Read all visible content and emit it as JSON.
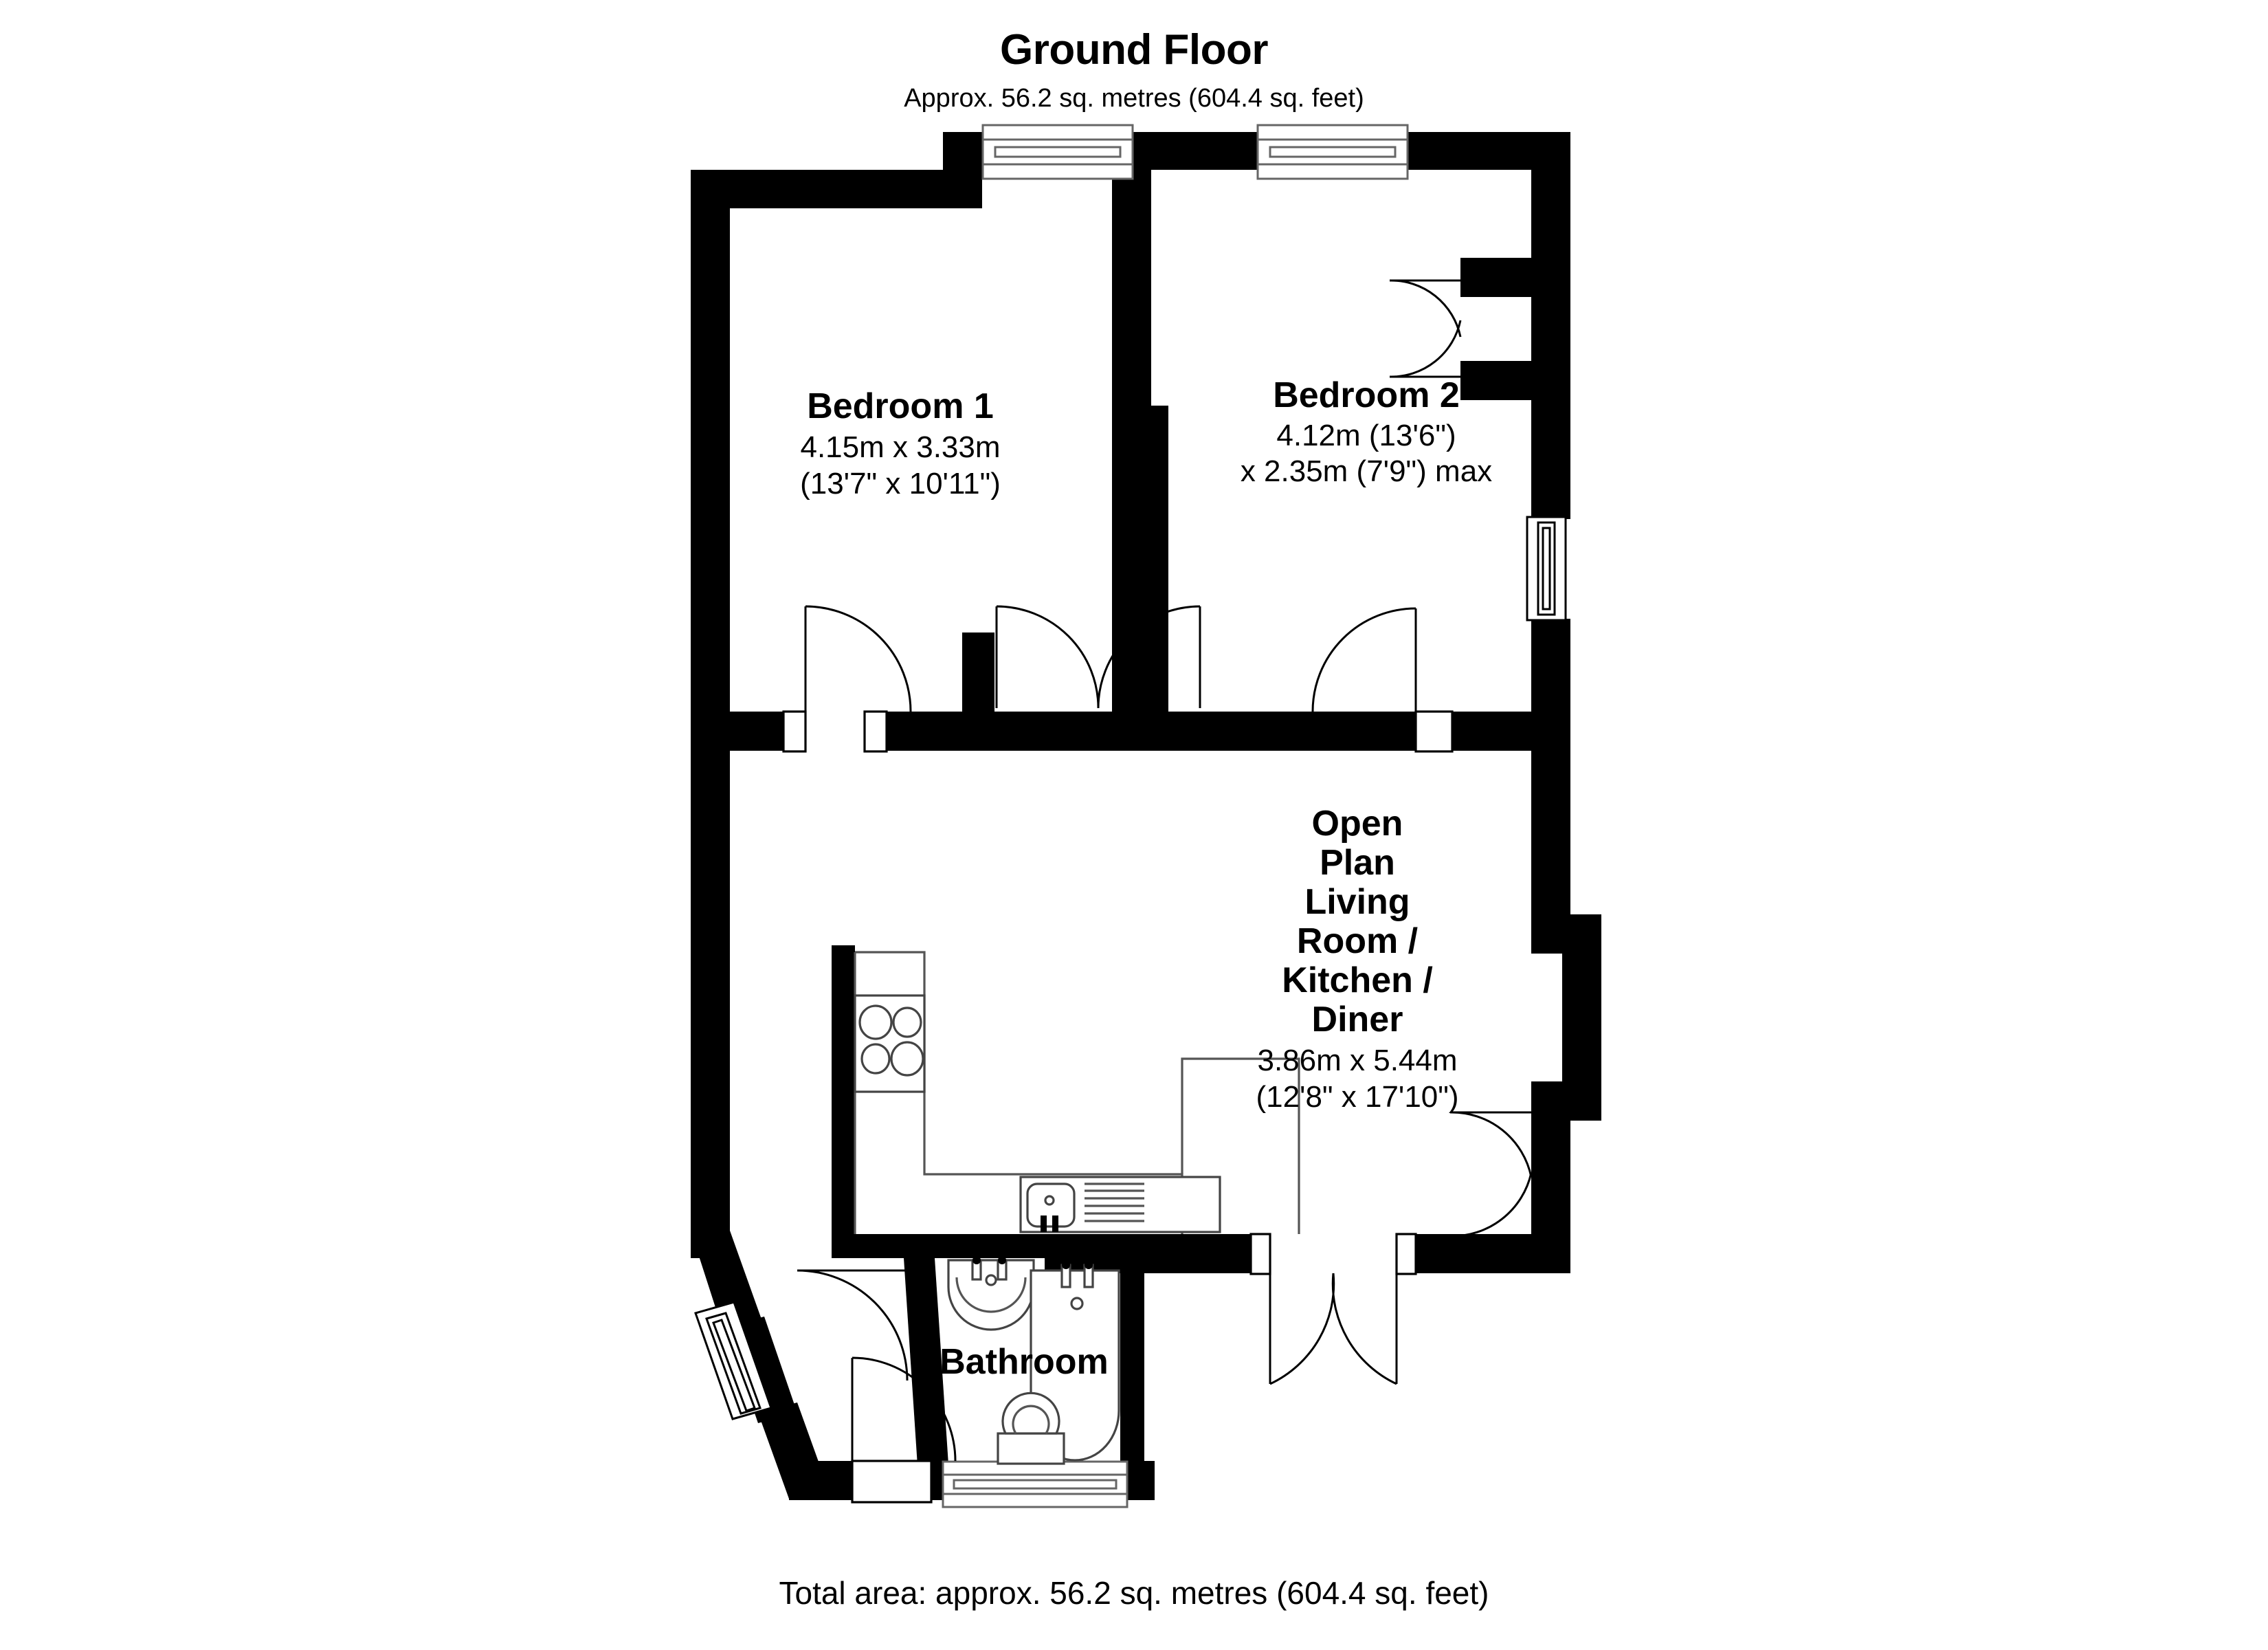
{
  "header": {
    "floor_title": "Ground Floor",
    "area_subtitle": "Approx. 56.2 sq. metres (604.4 sq. feet)"
  },
  "footer": {
    "total_area": "Total area: approx. 56.2 sq. metres (604.4 sq. feet)"
  },
  "rooms": [
    {
      "id": "bedroom-1",
      "name": "Bedroom 1",
      "dim_metric": "4.15m x 3.33m",
      "dim_imperial": "(13'7\" x 10'11\")"
    },
    {
      "id": "bedroom-2",
      "name": "Bedroom 2",
      "dim_metric": "4.12m (13'6\")",
      "dim_imperial": "x 2.35m (7'9\") max"
    },
    {
      "id": "open-plan",
      "name_line_1": "Open",
      "name_line_2": "Plan",
      "name_line_3": "Living",
      "name_line_4": "Room /",
      "name_line_5": "Kitchen /",
      "name_line_6": "Diner",
      "dim_metric": "3.86m x 5.44m",
      "dim_imperial": "(12'8\" x 17'10\")"
    },
    {
      "id": "bathroom",
      "name": "Bathroom",
      "dim_metric": "",
      "dim_imperial": ""
    }
  ],
  "fixtures": [
    {
      "id": "kitchen-hob",
      "label": "hob-four-burner"
    },
    {
      "id": "kitchen-sink",
      "label": "sink-with-drainer"
    },
    {
      "id": "bathroom-basin",
      "label": "wash-basin"
    },
    {
      "id": "bathroom-bath",
      "label": "bathtub"
    },
    {
      "id": "bathroom-toilet",
      "label": "toilet"
    }
  ],
  "openings": [
    {
      "id": "window-bedroom1-top",
      "type": "bay-window"
    },
    {
      "id": "window-bedroom2-top",
      "type": "bay-window"
    },
    {
      "id": "window-bedroom2-right",
      "type": "window"
    },
    {
      "id": "window-hall-angled",
      "type": "window"
    },
    {
      "id": "window-bathroom-bottom",
      "type": "window"
    },
    {
      "id": "door-bedroom1",
      "type": "single-door"
    },
    {
      "id": "door-bedroom1-second",
      "type": "double-door"
    },
    {
      "id": "door-bedroom2",
      "type": "single-door"
    },
    {
      "id": "door-bedroom2-closet",
      "type": "double-door"
    },
    {
      "id": "door-living-closet",
      "type": "double-door"
    },
    {
      "id": "door-french-patio",
      "type": "french-doors"
    },
    {
      "id": "door-entrance",
      "type": "single-door"
    },
    {
      "id": "door-bathroom",
      "type": "single-door"
    }
  ],
  "colors": {
    "wall": "#000000",
    "background": "#ffffff",
    "fixture_outline": "#000000",
    "light_outline": "#666666"
  }
}
